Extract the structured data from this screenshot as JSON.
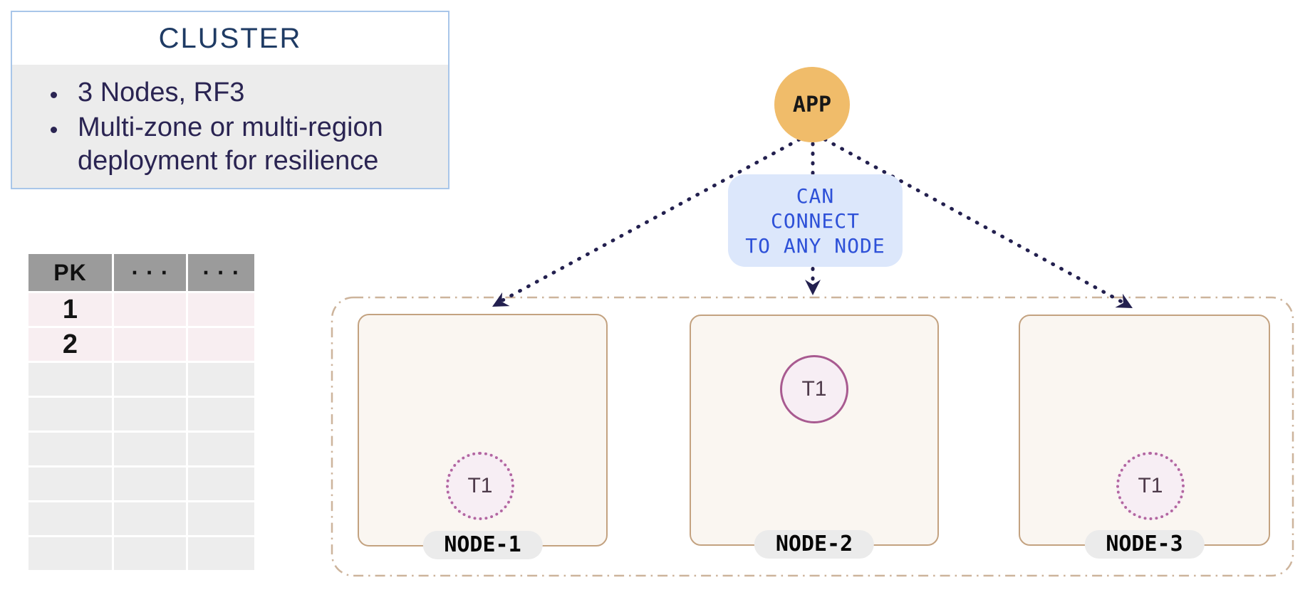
{
  "info_panel": {
    "title": "CLUSTER",
    "bullets": [
      "3 Nodes, RF3",
      "Multi-zone or multi-region deployment for resilience"
    ]
  },
  "table": {
    "headers": [
      "PK",
      "···",
      "···"
    ],
    "rows": [
      [
        "1",
        "",
        ""
      ],
      [
        "2",
        "",
        ""
      ],
      [
        "",
        "",
        ""
      ],
      [
        "",
        "",
        ""
      ],
      [
        "",
        "",
        ""
      ],
      [
        "",
        "",
        ""
      ],
      [
        "",
        "",
        ""
      ],
      [
        "",
        "",
        ""
      ]
    ]
  },
  "app": {
    "label": "APP"
  },
  "connect_note": {
    "lines": [
      "CAN",
      "CONNECT",
      "TO ANY NODE"
    ]
  },
  "cluster": {
    "nodes": [
      {
        "name": "NODE-1",
        "tablet": "T1",
        "tablet_style": "dotted"
      },
      {
        "name": "NODE-2",
        "tablet": "T1",
        "tablet_style": "solid"
      },
      {
        "name": "NODE-3",
        "tablet": "T1",
        "tablet_style": "dotted"
      }
    ]
  },
  "colors": {
    "app_fill": "#f0bc6a",
    "note_fill": "#dce7fb",
    "note_text": "#2e51d8",
    "arrow": "#23204f",
    "cluster_boundary": "#cdb49c",
    "node_border": "#c3a280",
    "node_fill": "#faf6f1",
    "tablet_fill": "#f7eef4",
    "tablet_solid_border": "#a85a90",
    "tablet_dotted_border": "#b366a1",
    "info_border": "#a9c6e9",
    "info_title": "#1f3b64",
    "info_text": "#2a2452",
    "table_header_bg": "#9b9b9b",
    "row_filled_bg": "#f8eef1",
    "row_empty_bg": "#ededed",
    "pill_bg": "#ebebeb"
  }
}
